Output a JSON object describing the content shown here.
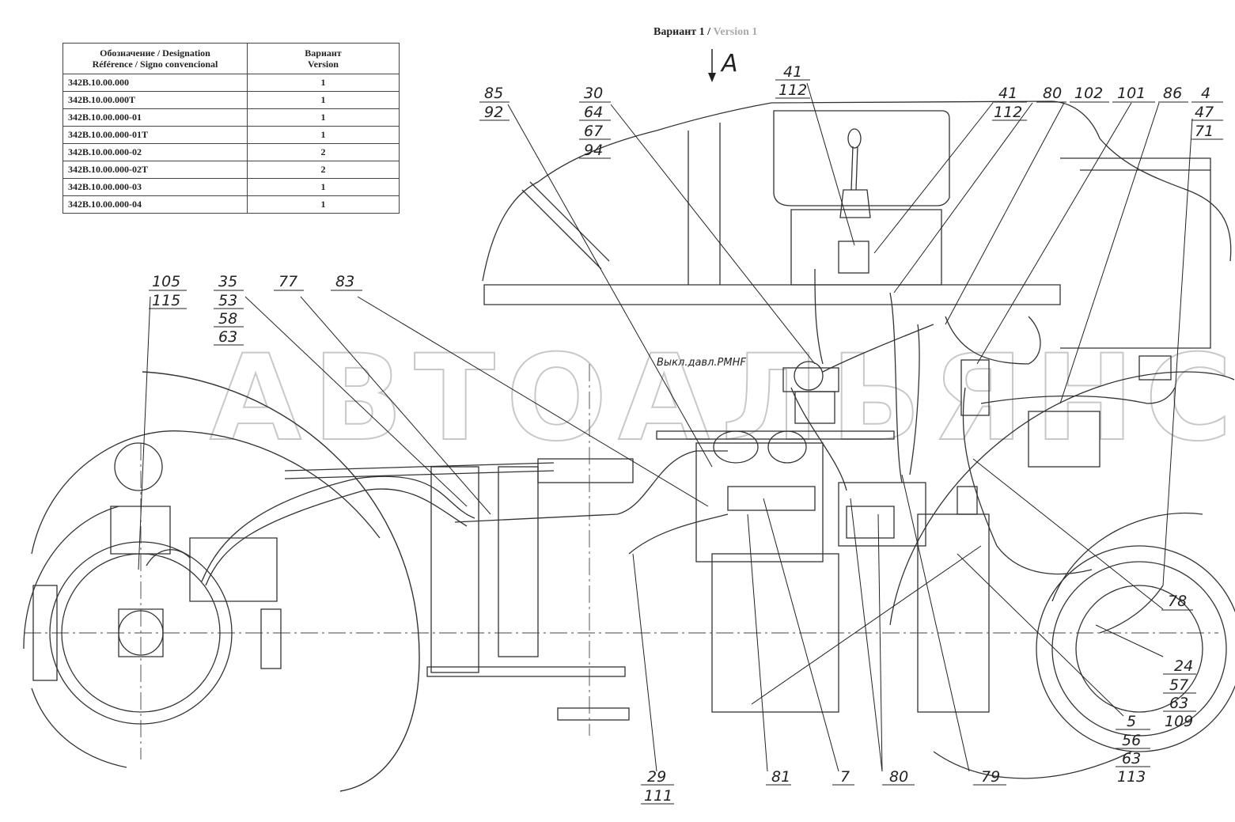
{
  "header": {
    "variant_label": "Вариант 1 /",
    "variant_label_en": " Version 1",
    "view_label": "A"
  },
  "variant_table": {
    "col1_header_line1": "Обозначение / Designation",
    "col1_header_line2": "Référence / Signo convencional",
    "col2_header_line1": "Вариант",
    "col2_header_line2": "Version",
    "rows": [
      {
        "designation": "342B.10.00.000",
        "version": "1"
      },
      {
        "designation": "342B.10.00.000T",
        "version": "1"
      },
      {
        "designation": "342B.10.00.000-01",
        "version": "1"
      },
      {
        "designation": "342B.10.00.000-01T",
        "version": "1"
      },
      {
        "designation": "342B.10.00.000-02",
        "version": "2"
      },
      {
        "designation": "342B.10.00.000-02T",
        "version": "2"
      },
      {
        "designation": "342B.10.00.000-03",
        "version": "1"
      },
      {
        "designation": "342B.10.00.000-04",
        "version": "1"
      }
    ]
  },
  "watermark": "АВТОАЛЬЯНС",
  "note": "Выкл.давл.РМНF",
  "callouts": {
    "c105": [
      "105",
      "115"
    ],
    "c35": [
      "35",
      "53",
      "58",
      "63"
    ],
    "c77": [
      "77"
    ],
    "c83": [
      "83"
    ],
    "c85": [
      "85",
      "92"
    ],
    "c30": [
      "30",
      "64",
      "67",
      "94"
    ],
    "c41a": [
      "41",
      "112"
    ],
    "c41b": [
      "41",
      "112"
    ],
    "c80a": [
      "80"
    ],
    "c102": [
      "102"
    ],
    "c101": [
      "101"
    ],
    "c86": [
      "86"
    ],
    "c4": [
      "4",
      "47",
      "71"
    ],
    "c78": [
      "78"
    ],
    "c24": [
      "24",
      "57",
      "63",
      "109"
    ],
    "c5": [
      "5",
      "56",
      "63",
      "113"
    ],
    "c29": [
      "29",
      "111"
    ],
    "c81": [
      "81"
    ],
    "c7": [
      "7"
    ],
    "c80b": [
      "80"
    ],
    "c79": [
      "79"
    ]
  }
}
